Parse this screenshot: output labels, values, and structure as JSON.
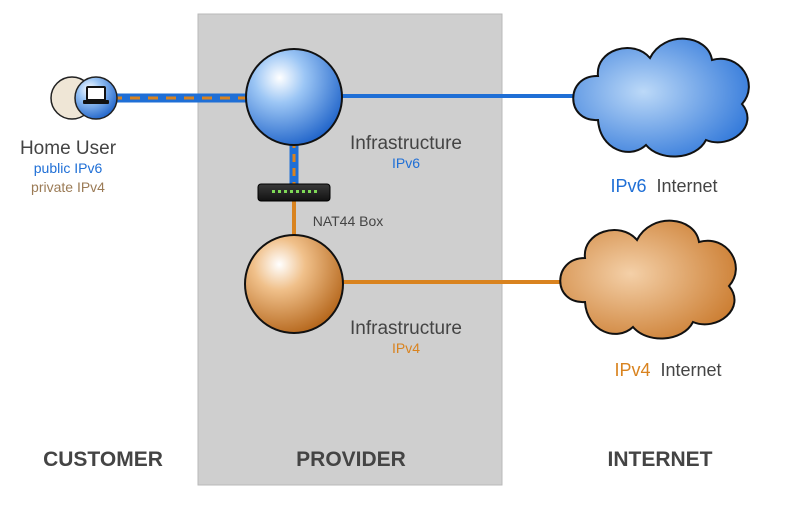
{
  "sections": {
    "customer": "CUSTOMER",
    "provider": "PROVIDER",
    "internet": "INTERNET"
  },
  "home_user": {
    "title": "Home User",
    "line1": "public IPv6",
    "line2": "private IPv4"
  },
  "infra_v6": {
    "title": "Infrastructure",
    "sub": "IPv6"
  },
  "infra_v4": {
    "title": "Infrastructure",
    "sub": "IPv4"
  },
  "nat_box": {
    "label": "NAT44 Box"
  },
  "cloud_v6": {
    "proto": "IPv6",
    "word": "Internet"
  },
  "cloud_v4": {
    "proto": "IPv4",
    "word": "Internet"
  },
  "colors": {
    "ipv6": "#1f6fd6",
    "ipv4": "#d9831f",
    "provider_bg": "#cfcfcf",
    "section_text": "#444444",
    "body_text": "#444444"
  }
}
